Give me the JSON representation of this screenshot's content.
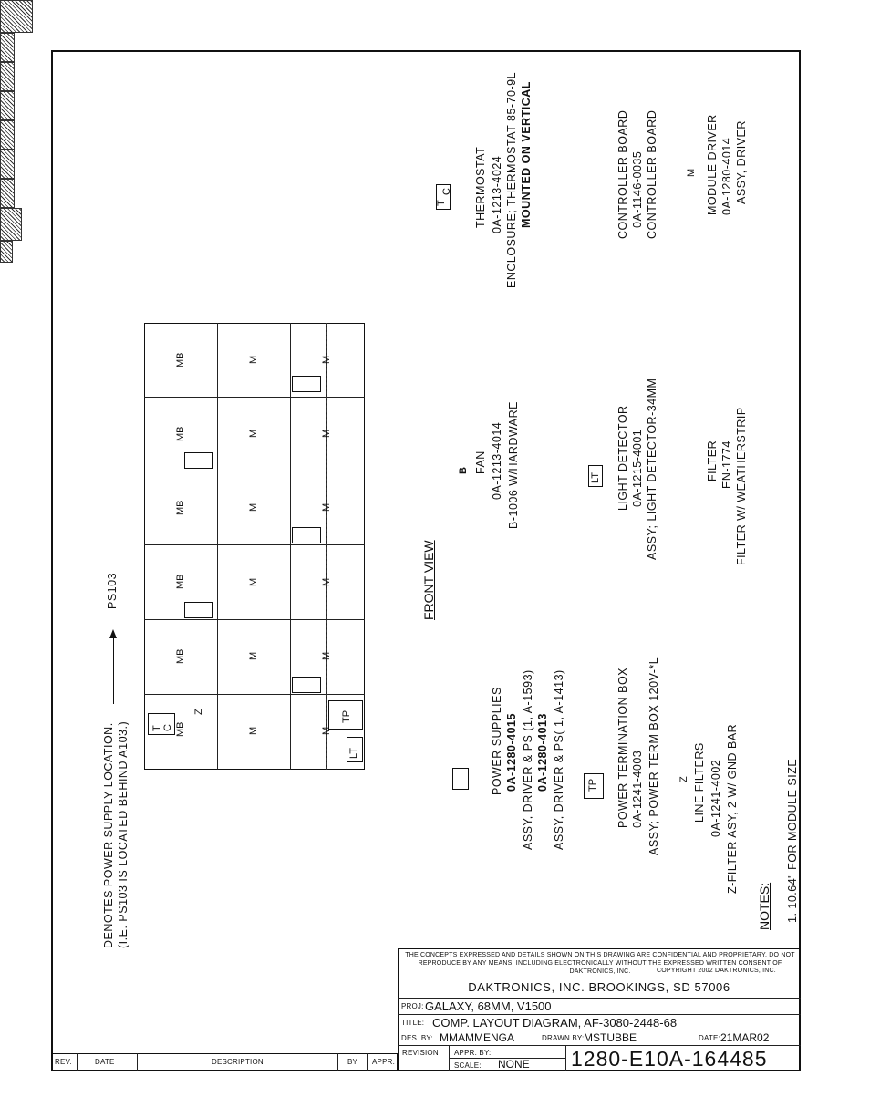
{
  "power_note": {
    "line1": "DENOTES POWER SUPPLY LOCATION.",
    "line2": "(I.E. PS103 IS LOCATED BEHIND A103.)",
    "target": "PS103"
  },
  "front_view": "FRONT VIEW",
  "grid_labels": {
    "mb": "MB",
    "m": "M",
    "z": "Z",
    "tp": "TP",
    "lt": "LT",
    "t": "T",
    "c": "C"
  },
  "legend": {
    "thermostat": {
      "t": "T",
      "c": "C",
      "l1": "THERMOSTAT",
      "l2": "0A-1213-4024",
      "l3": "ENCLOSURE; THERMOSTAT 85-70-9L",
      "l4": "MOUNTED ON VERTICAL"
    },
    "controller": {
      "l1": "CONTROLLER BOARD",
      "l2": "0A-1146-0035",
      "l3": "CONTROLLER BOARD"
    },
    "module": {
      "sym": "M",
      "l1": "MODULE DRIVER",
      "l2": "0A-1280-4014",
      "l3": "ASSY, DRIVER"
    },
    "fan": {
      "sym": "B",
      "l1": "FAN",
      "l2": "0A-1213-4014",
      "l3": "B-1006 W/HARDWARE"
    },
    "light": {
      "sym": "LT",
      "l1": "LIGHT DETECTOR",
      "l2": "0A-1215-4001",
      "l3": "ASSY; LIGHT DETECTOR-34MM"
    },
    "filter": {
      "l1": "FILTER",
      "l2": "EN-1774",
      "l3": "FILTER W/ WEATHERSTRIP"
    },
    "power": {
      "l1": "POWER SUPPLIES",
      "l2": "0A-1280-4015",
      "l3": "ASSY, DRIVER & PS (1, A-1593)",
      "l4": "0A-1280-4013",
      "l5": "ASSY, DRIVER & PS( 1, A-1413)"
    },
    "tp": {
      "sym": "TP",
      "l1": "POWER TERMINATION BOX",
      "l2": "0A-1241-4003",
      "l3": "ASSY; POWER TERM BOX 120V-*L"
    },
    "linefilter": {
      "sym": "Z",
      "l1": "LINE FILTERS",
      "l2": "0A-1241-4002",
      "l3": "Z-FILTER ASY, 2 W/ GND BAR"
    }
  },
  "notes": {
    "title": "NOTES:",
    "n1": "1.  10.64\" FOR MODULE SIZE"
  },
  "revision_block": {
    "rev": "REV.",
    "date": "DATE",
    "description": "DESCRIPTION",
    "by": "BY",
    "appr": "APPR."
  },
  "title_block": {
    "confidential": "THE CONCEPTS EXPRESSED AND DETAILS SHOWN ON THIS DRAWING ARE CONFIDENTIAL AND PROPRIETARY. DO NOT REPRODUCE BY ANY MEANS, INCLUDING ELECTRONICALLY WITHOUT THE EXPRESSED WRITTEN CONSENT OF DAKTRONICS, INC.",
    "copyright": "COPYRIGHT 2002 DAKTRONICS, INC.",
    "company": "DAKTRONICS, INC.   BROOKINGS, SD 57006",
    "proj_label": "PROJ:",
    "proj": "GALAXY, 68MM, V1500",
    "title_label": "TITLE:",
    "title": "COMP. LAYOUT DIAGRAM, AF-3080-2448-68",
    "des_label": "DES. BY:",
    "des": "MMAMMENGA",
    "drawn_label": "DRAWN BY:",
    "drawn": "MSTUBBE",
    "date_label": "DATE:",
    "date": "21MAR02",
    "revision": "REVISION",
    "appr_label": "APPR. BY:",
    "scale_label": "SCALE:",
    "scale": "NONE",
    "drawing_no": "1280-E10A-164485"
  }
}
